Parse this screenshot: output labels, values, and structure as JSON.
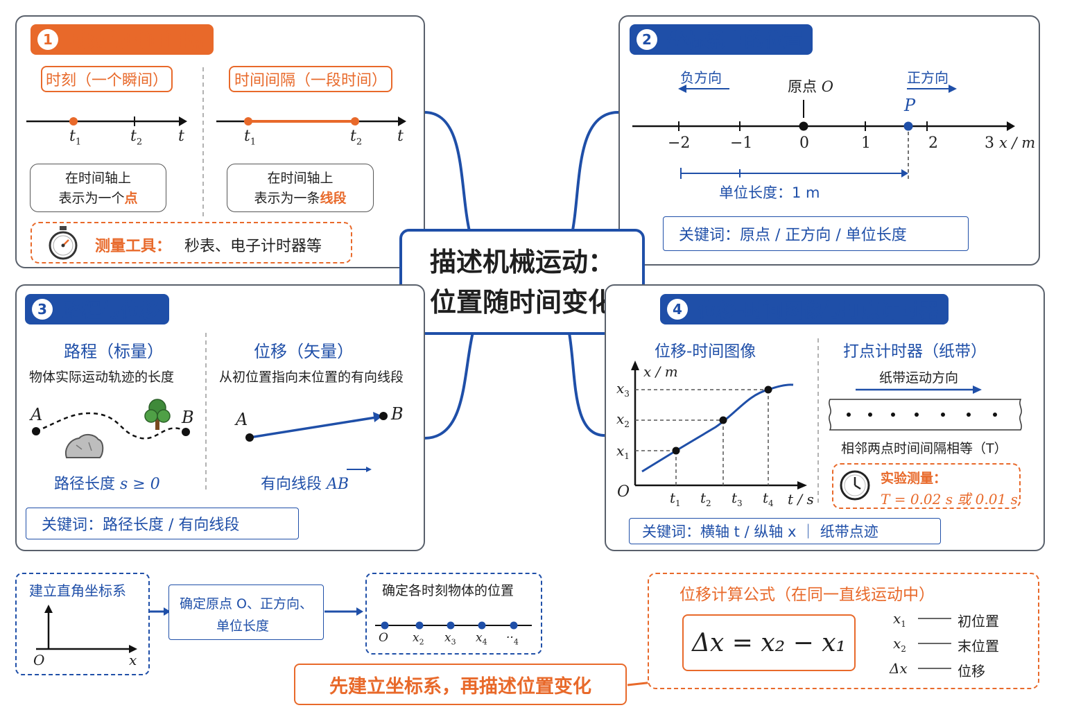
{
  "center": {
    "line1": "描述机械运动：",
    "line2": "位置随时间变化"
  },
  "panel1": {
    "num": "1",
    "title": "时刻与时间间隔",
    "left_label": "时刻（一个瞬间）",
    "right_label": "时间间隔（一段时间）",
    "axis_t1": "t",
    "sub1": "1",
    "axis_t2": "t",
    "sub2": "2",
    "axis_t": "t",
    "callout_left_line1": "在时间轴上",
    "callout_left_line2_pre": "表示为一个",
    "callout_left_line2_em": "点",
    "callout_right_line1": "在时间轴上",
    "callout_right_line2_pre": "表示为一条",
    "callout_right_line2_em": "线段",
    "tools_label": "测量工具：",
    "tools_text": "秒表、电子计时器等"
  },
  "panel2": {
    "num": "2",
    "title": "坐标系中的位置",
    "neg_dir": "负方向",
    "pos_dir": "正方向",
    "origin_label": "原点",
    "origin_symbol": "O",
    "point_label": "P",
    "ticks": [
      "−2",
      "−1",
      "0",
      "1",
      "2",
      "3"
    ],
    "axis_unit": "x / m",
    "unit_length": "单位长度：1 m",
    "keywords": "关键词：原点 / 正方向 / 单位长度"
  },
  "panel3": {
    "num": "3",
    "title": "路程与位移",
    "left_title": "路程（标量）",
    "left_desc": "物体实际运动轨迹的长度",
    "right_title": "位移（矢量）",
    "right_desc": "从初位置指向末位置的有向线段",
    "point_a": "A",
    "point_b": "B",
    "path_length_label": "路径长度",
    "path_length_formula": "s ≥ 0",
    "vector_label": "有向线段",
    "vector_symbol": "AB",
    "keywords": "关键词：路径长度 / 有向线段"
  },
  "panel4": {
    "num": "4",
    "title": "位移-时间图像与打点计时器",
    "graph_title": "位移-时间图像",
    "tape_title": "打点计时器（纸带）",
    "y_axis": "x / m",
    "x_axis": "t / s",
    "origin": "O",
    "y_ticks": [
      {
        "b": "x",
        "s": "3"
      },
      {
        "b": "x",
        "s": "2"
      },
      {
        "b": "x",
        "s": "1"
      }
    ],
    "x_ticks": [
      {
        "b": "t",
        "s": "1"
      },
      {
        "b": "t",
        "s": "2"
      },
      {
        "b": "t",
        "s": "3"
      },
      {
        "b": "t",
        "s": "4"
      }
    ],
    "tape_direction": "纸带运动方向",
    "tape_note": "相邻两点时间间隔相等（T）",
    "measure_label": "实验测量：",
    "measure_value": "T = 0.02 s 或 0.01 s",
    "keywords": "关键词：横轴 t / 纵轴 x ｜ 纸带点迹"
  },
  "steps": {
    "step1": "建立直角坐标系",
    "step1_origin": "O",
    "step1_x": "x",
    "step2_line1": "确定原点 O、正方向、",
    "step2_line2": "单位长度",
    "step3": "确定各时刻物体的位置",
    "step3_labels": [
      {
        "b": "O",
        "s": ""
      },
      {
        "b": "x",
        "s": "2"
      },
      {
        "b": "x",
        "s": "3"
      },
      {
        "b": "x",
        "s": "4"
      },
      {
        "b": "··",
        "s": "4"
      }
    ],
    "conclusion": "先建立坐标系，再描述位置变化"
  },
  "formula": {
    "title": "位移计算公式（在同一直线运动中）",
    "main": "Δx = x₂ − x₁",
    "legend": [
      {
        "sym": "x",
        "sub": "1",
        "text": "初位置"
      },
      {
        "sym": "x",
        "sub": "2",
        "text": "末位置"
      },
      {
        "sym": "Δx",
        "sub": "",
        "text": "位移"
      }
    ]
  },
  "colors": {
    "orange": "#e8692a",
    "blue": "#1f4fa8",
    "border": "#59606b"
  },
  "icons": [
    "stopwatch-icon",
    "tree-icon",
    "rock-icon",
    "clock-icon",
    "arrow-icon"
  ]
}
